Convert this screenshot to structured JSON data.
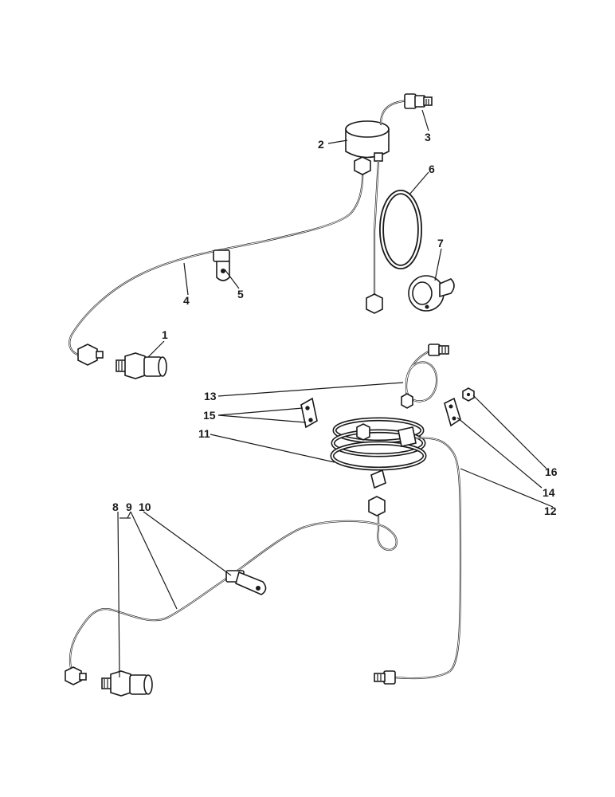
{
  "callouts": [
    {
      "id": "1",
      "label": "1"
    },
    {
      "id": "2",
      "label": "2"
    },
    {
      "id": "3",
      "label": "3"
    },
    {
      "id": "4",
      "label": "4"
    },
    {
      "id": "5",
      "label": "5"
    },
    {
      "id": "6",
      "label": "6"
    },
    {
      "id": "7",
      "label": "7"
    },
    {
      "id": "8",
      "label": "8"
    },
    {
      "id": "9",
      "label": "9"
    },
    {
      "id": "10",
      "label": "10"
    },
    {
      "id": "11",
      "label": "11"
    },
    {
      "id": "12",
      "label": "12"
    },
    {
      "id": "13",
      "label": "13"
    },
    {
      "id": "14",
      "label": "14"
    },
    {
      "id": "15",
      "label": "15"
    },
    {
      "id": "16",
      "label": "16"
    }
  ],
  "colors": {
    "ink": "#1a1a1a",
    "paper": "#ffffff"
  }
}
